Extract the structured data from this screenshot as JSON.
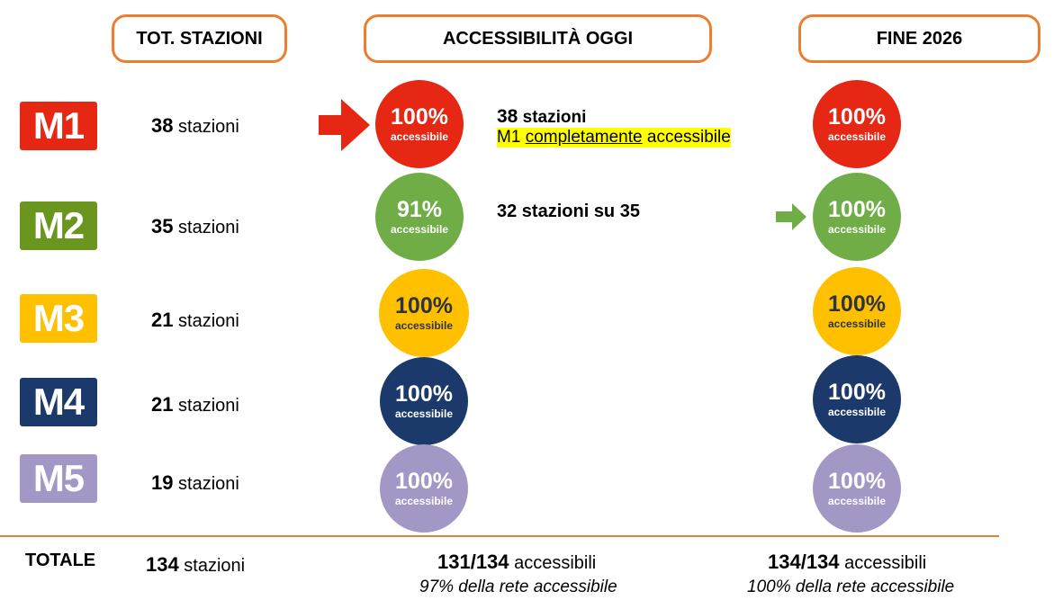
{
  "headers": {
    "total": "TOT. STAZIONI",
    "today": "ACCESSIBILITÀ OGGI",
    "end2026": "FINE 2026"
  },
  "accessible_label": "accessibile",
  "stations_word": "stazioni",
  "lines": [
    {
      "name": "M1",
      "stations": "38",
      "today_pct": "100%",
      "end_pct": "100%",
      "color": "#e52713"
    },
    {
      "name": "M2",
      "stations": "35",
      "today_pct": "91%",
      "end_pct": "100%",
      "color": "#70ad47"
    },
    {
      "name": "M3",
      "stations": "21",
      "today_pct": "100%",
      "end_pct": "100%",
      "color": "#ffc000"
    },
    {
      "name": "M4",
      "stations": "21",
      "today_pct": "100%",
      "end_pct": "100%",
      "color": "#1b3a6b"
    },
    {
      "name": "M5",
      "stations": "19",
      "today_pct": "100%",
      "end_pct": "100%",
      "color": "#a397c5"
    }
  ],
  "notes": {
    "m1_count": "38",
    "m1_word": "stazioni",
    "m1_line_a": "M1",
    "m1_line_b": "completamente",
    "m1_line_c": "accessibile",
    "m2": "32 stazioni su 35"
  },
  "totals": {
    "label": "TOTALE",
    "stations": "134",
    "stations_word": "stazioni",
    "today": "131/134",
    "today_word": "accessibili",
    "today_sub": "97% della rete accessibile",
    "end": "134/134",
    "end_word": "accessibili",
    "end_sub": "100% della rete accessibile"
  }
}
